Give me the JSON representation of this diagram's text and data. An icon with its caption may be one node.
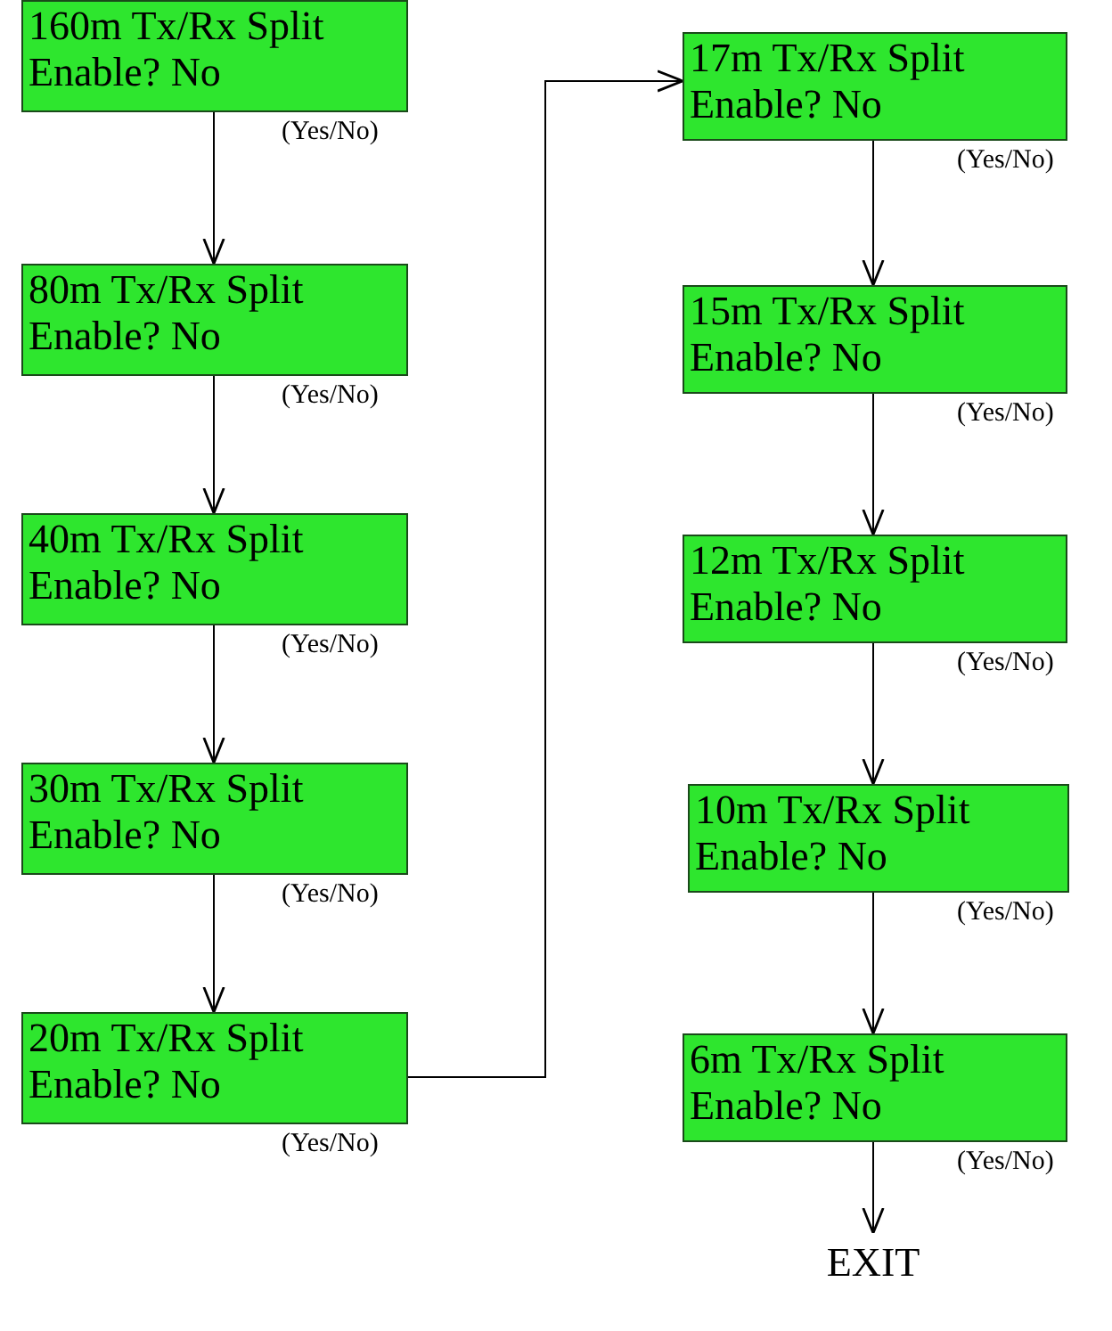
{
  "diagram": {
    "nodes": [
      {
        "text": [
          "160m Tx/Rx Split",
          "Enable? No"
        ],
        "beside": [
          "(Yes/No)"
        ]
      },
      {
        "text": [
          "80m Tx/Rx Split",
          "Enable? No"
        ],
        "beside": [
          "(Yes/No)"
        ]
      },
      {
        "text": [
          "40m Tx/Rx Split",
          "Enable? No"
        ],
        "beside": [
          "(Yes/No)"
        ]
      },
      {
        "text": [
          "30m Tx/Rx Split",
          "Enable? No"
        ],
        "beside": [
          "(Yes/No)"
        ]
      },
      {
        "text": [
          "20m Tx/Rx Split",
          "Enable? No"
        ],
        "beside": [
          "(Yes/No)"
        ]
      },
      {
        "text": [
          "17m Tx/Rx Split",
          "Enable? No"
        ],
        "beside": [
          "(Yes/No)"
        ]
      },
      {
        "text": [
          "15m Tx/Rx Split",
          "Enable? No"
        ],
        "beside": [
          "(Yes/No)"
        ]
      },
      {
        "text": [
          "12m Tx/Rx Split",
          "Enable? No"
        ],
        "beside": [
          "(Yes/No)"
        ]
      },
      {
        "text": [
          "10m Tx/Rx Split",
          "Enable? No"
        ],
        "beside": [
          "(Yes/No)"
        ]
      },
      {
        "text": [
          "6m Tx/Rx Split",
          "Enable? No"
        ],
        "beside": [
          "(Yes/No)"
        ]
      },
      {
        "text": [
          "EXIT"
        ]
      }
    ],
    "edges": [
      {
        "from": 0,
        "to": 1,
        "arrow": "to"
      },
      {
        "from": 1,
        "to": 2,
        "arrow": "to"
      },
      {
        "from": 2,
        "to": 3,
        "arrow": "to"
      },
      {
        "from": 3,
        "to": 4,
        "arrow": "to"
      },
      {
        "from": 4,
        "to": 5,
        "arrow": "to"
      },
      {
        "from": 5,
        "to": 6,
        "arrow": "to"
      },
      {
        "from": 6,
        "to": 7,
        "arrow": "to"
      },
      {
        "from": 7,
        "to": 8,
        "arrow": "to"
      },
      {
        "from": 8,
        "to": 9,
        "arrow": "to"
      },
      {
        "from": 9,
        "to": 10,
        "arrow": "to"
      }
    ]
  }
}
